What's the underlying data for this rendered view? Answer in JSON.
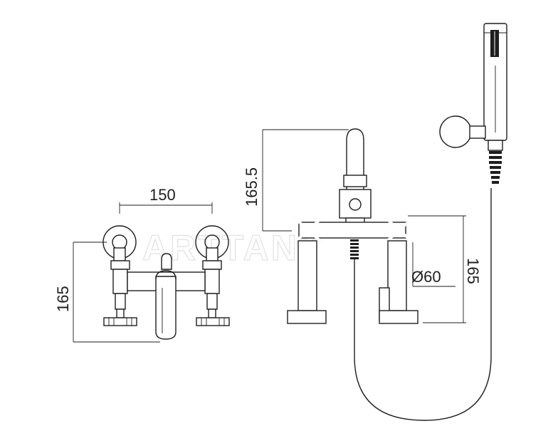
{
  "dimensions": {
    "front_width": "150",
    "front_height": "165",
    "side_spout_height": "165.5",
    "side_height": "165",
    "handle_diameter": "Ø60"
  },
  "watermark": "ARTTANT",
  "colors": {
    "line": "#1e1e1e",
    "background": "#ffffff",
    "watermark": "#c8c8c8"
  }
}
